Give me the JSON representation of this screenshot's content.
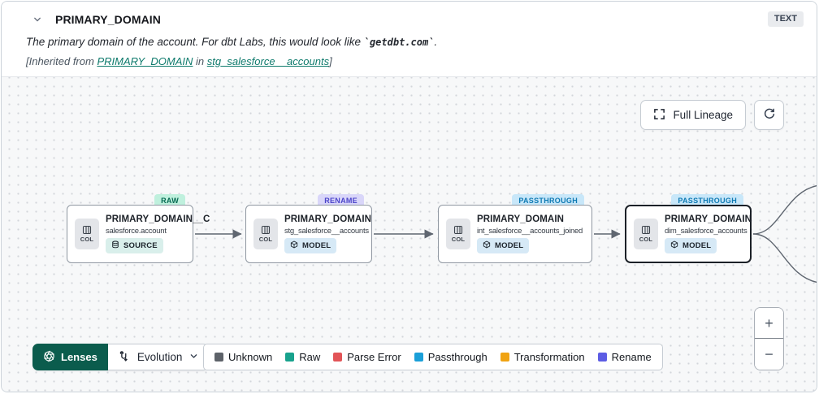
{
  "header": {
    "title": "PRIMARY_DOMAIN",
    "type_badge": "TEXT",
    "description": {
      "prefix": "The primary domain of the account. For dbt Labs, this would look like ",
      "code": "`getdbt.com`",
      "suffix": "."
    },
    "inherited": {
      "open": "[Inherited from ",
      "column_link": "PRIMARY_DOMAIN",
      "connector": " in ",
      "model_link": "stg_salesforce__accounts",
      "close": "]"
    }
  },
  "toolbar": {
    "full_lineage": "Full Lineage"
  },
  "nodes": [
    {
      "lineage_badge": "RAW",
      "icon_label": "COL",
      "title": "PRIMARY_DOMAIN__C",
      "subtitle": "salesforce.account",
      "resource_type": "SOURCE"
    },
    {
      "lineage_badge": "RENAME",
      "icon_label": "COL",
      "title": "PRIMARY_DOMAIN",
      "subtitle": "stg_salesforce__accounts",
      "resource_type": "MODEL"
    },
    {
      "lineage_badge": "PASSTHROUGH",
      "icon_label": "COL",
      "title": "PRIMARY_DOMAIN",
      "subtitle": "int_salesforce__accounts_joined",
      "resource_type": "MODEL"
    },
    {
      "lineage_badge": "PASSTHROUGH",
      "icon_label": "COL",
      "title": "PRIMARY_DOMAIN",
      "subtitle": "dim_salesforce_accounts",
      "resource_type": "MODEL"
    }
  ],
  "footer": {
    "lenses_label": "Lenses",
    "active_lens": "Evolution",
    "legend": [
      {
        "label": "Unknown",
        "color": "#5d6269"
      },
      {
        "label": "Raw",
        "color": "#18a28d"
      },
      {
        "label": "Parse Error",
        "color": "#e25457"
      },
      {
        "label": "Passthrough",
        "color": "#1a9fd8"
      },
      {
        "label": "Transformation",
        "color": "#f0a312"
      },
      {
        "label": "Rename",
        "color": "#5c5ce4"
      }
    ]
  },
  "zoom_controls": {
    "zoom_in": "+",
    "zoom_out": "−"
  }
}
